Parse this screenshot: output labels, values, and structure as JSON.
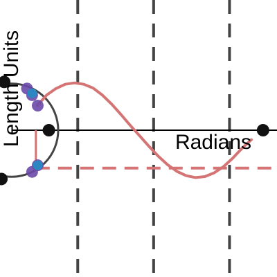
{
  "chart_data": {
    "type": "line",
    "xlabel": "Radians",
    "ylabel": "Length Units",
    "xlim": [
      -1.05,
      4.9
    ],
    "ylim": [
      -3.1,
      2.75
    ],
    "grid_x": [
      0.62,
      2.25,
      3.88
    ],
    "series": [
      {
        "x": [
          -0.25,
          -0.05,
          0.15,
          0.35,
          0.55,
          0.75,
          0.95,
          1.15,
          1.35,
          1.55,
          1.75,
          1.95,
          2.15,
          2.35,
          2.55,
          2.75,
          2.95,
          3.15,
          3.35,
          3.55,
          3.75,
          3.95,
          4.15,
          4.35
        ],
        "y": [
          0.52,
          0.74,
          0.88,
          0.97,
          1.0,
          0.97,
          0.89,
          0.74,
          0.55,
          0.33,
          0.1,
          -0.12,
          -0.34,
          -0.55,
          -0.73,
          -0.87,
          -0.96,
          -1.0,
          -0.98,
          -0.9,
          -0.77,
          -0.59,
          -0.38,
          -0.2
        ]
      }
    ],
    "projection_level": -0.8,
    "projection_x": [
      -0.28,
      4.82
    ],
    "axis_points": [
      {
        "x": 0.0,
        "y": 0.0
      },
      {
        "x": 4.6,
        "y": 0.0
      }
    ],
    "circle": {
      "cx": -0.8,
      "cy": 0.0,
      "r": 1.0
    },
    "circle_points": [
      {
        "x": -0.96,
        "y": 1.02
      },
      {
        "x": -1.02,
        "y": -1.03
      }
    ],
    "unit_points": [
      {
        "x": -0.47,
        "y": 0.88
      },
      {
        "x": -0.36,
        "y": 0.74
      },
      {
        "x": -0.24,
        "y": 0.52
      },
      {
        "x": -0.24,
        "y": -0.74
      },
      {
        "x": -0.36,
        "y": -0.88
      }
    ],
    "marker_points": [
      {
        "x": -0.36,
        "y": 0.78
      },
      {
        "x": -0.24,
        "y": -0.74
      }
    ],
    "colors": {
      "sine": "#d47474",
      "projection": "#d47474",
      "grid": "#444444",
      "axis": "#000000",
      "circle": "#444444",
      "unit_point": "#6a4aa8",
      "marker": "#2b86c2",
      "dot": "#111111"
    }
  }
}
